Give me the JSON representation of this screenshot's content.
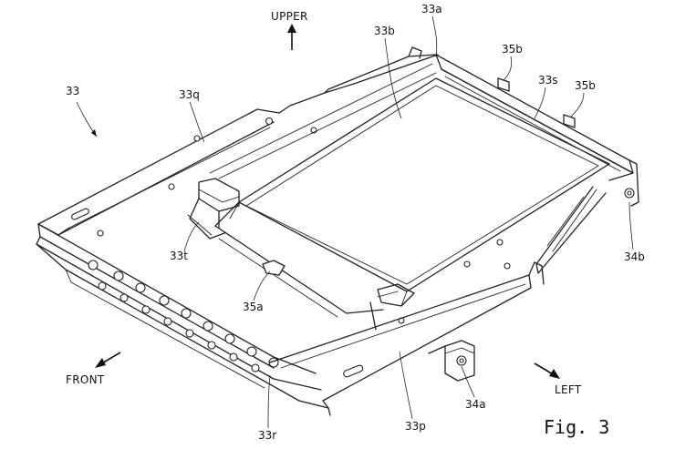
{
  "figure": {
    "caption": "Fig. 3"
  },
  "directions": {
    "upper": "UPPER",
    "front": "FRONT",
    "left": "LEFT"
  },
  "labels": {
    "l33": "33",
    "l33a": "33a",
    "l33b": "33b",
    "l35b_left": "35b",
    "l35b_right": "35b",
    "l33s": "33s",
    "l33q": "33q",
    "l33t": "33t",
    "l35a": "35a",
    "l34b": "34b",
    "l34a": "34a",
    "l33p": "33p",
    "l33r": "33r"
  }
}
